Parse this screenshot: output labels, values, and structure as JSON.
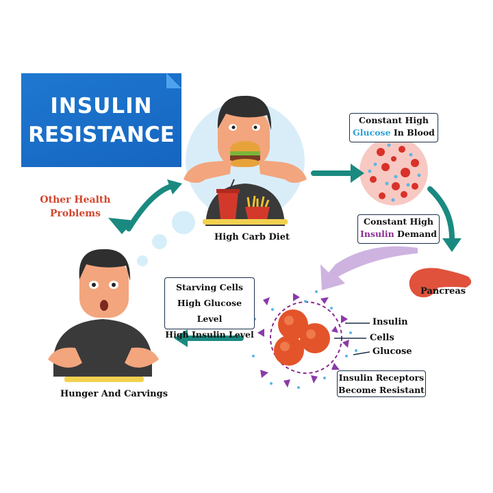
{
  "title": {
    "line1": "INSULIN",
    "line2": "RESISTANCE"
  },
  "labels": {
    "high_carb": "High Carb Diet",
    "other_health_1": "Other Health",
    "other_health_2": "Problems",
    "hunger": "Hunger And Carvings",
    "pancreas": "Pancreas",
    "insulin": "Insulin",
    "cells": "Cells",
    "glucose": "Glucose"
  },
  "boxes": {
    "glucose_blood": {
      "pre": "Constant High",
      "hl": "Glucose",
      "post": " In Blood"
    },
    "insulin_demand": {
      "pre": "Constant High",
      "hl": "Insulin",
      "post": " Demand"
    },
    "starving": [
      "Starving Cells",
      "High Glucose Level",
      "High Insulin Level"
    ],
    "receptors": [
      "Insulin Receptors",
      "Become Resistant"
    ]
  },
  "colors": {
    "teal": "#1a8a80",
    "banner": "#1872cf",
    "red_text": "#d2462e",
    "purple": "#8a2a8f"
  }
}
